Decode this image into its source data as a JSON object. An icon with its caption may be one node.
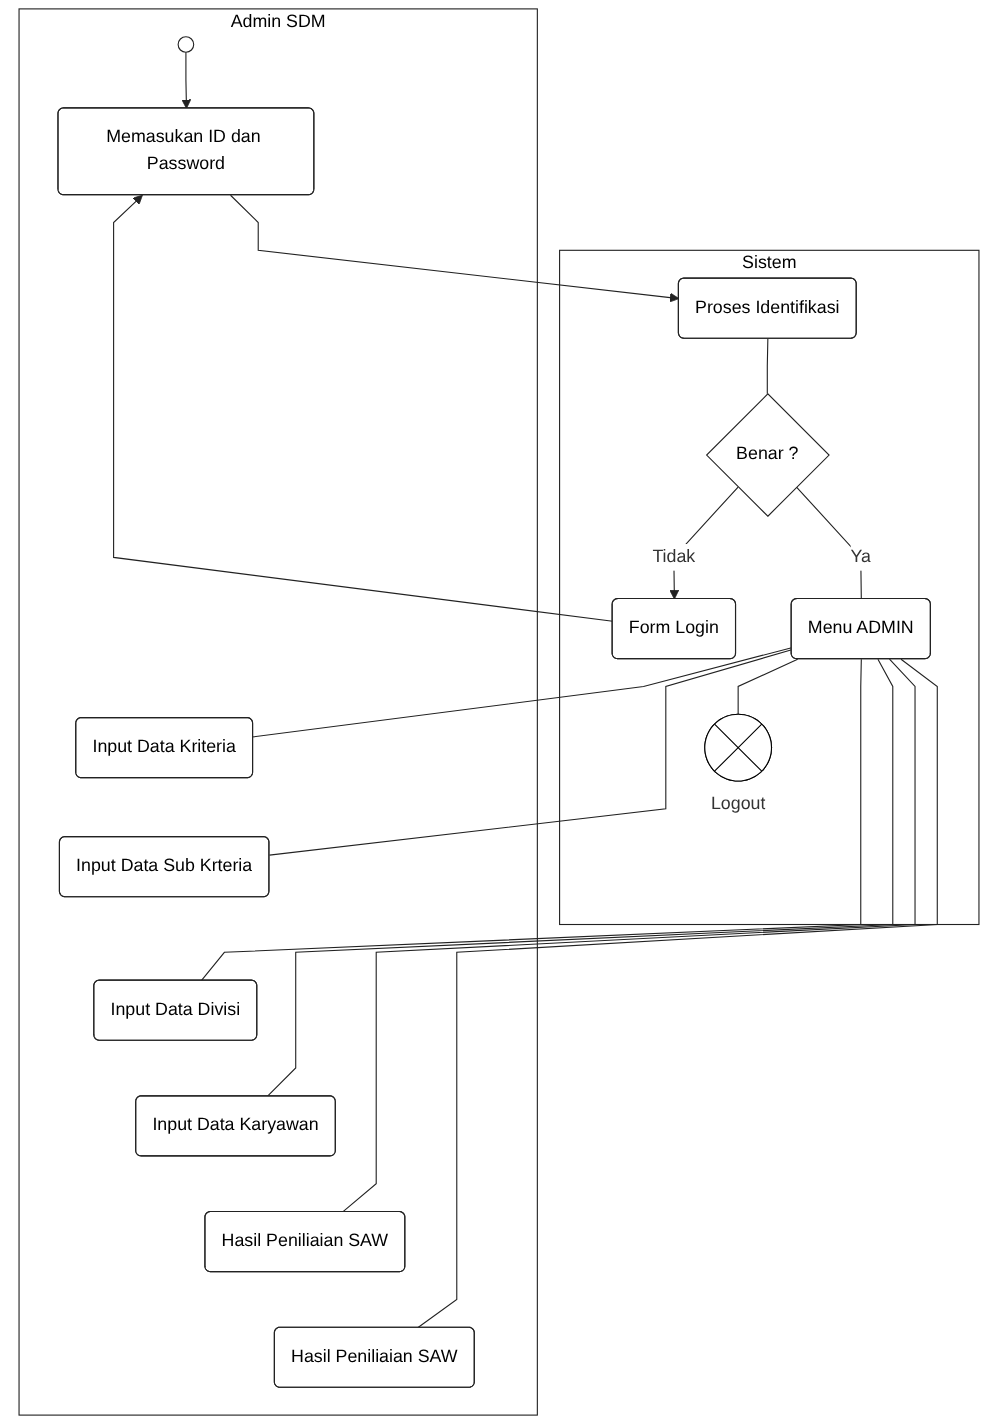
{
  "diagram": {
    "nodes": [
      {
        "text": [
          "Admin SDM"
        ]
      },
      {
        "text": [
          "Sistem"
        ]
      },
      {
        "text": [],
        "shape": "circle",
        "in": 0
      },
      {
        "text": [
          "Memasukan ID dan Password"
        ],
        "in": 0
      },
      {
        "text": [
          "Form Login"
        ],
        "in": 1
      },
      {
        "text": [
          "Proses Identifikasi"
        ],
        "in": 1
      },
      {
        "text": [
          "Benar ?"
        ],
        "in": 1
      },
      {
        "text": [
          "Menu ADMIN"
        ],
        "in": 1
      },
      {
        "text": [
          "Input Data Kriteria"
        ],
        "in": 0
      },
      {
        "text": [
          "Input Data Sub Krteria"
        ],
        "in": 0
      },
      {
        "text": [
          "Input Data Divisi"
        ],
        "in": 0
      },
      {
        "text": [
          "Input Data Karyawan"
        ],
        "in": 0
      },
      {
        "text": [
          "Hasil Peniliaian SAW"
        ],
        "in": 0
      },
      {
        "text": [
          "Hasil Peniliaian SAW"
        ],
        "in": 0
      },
      {
        "text": [],
        "shape": "circle",
        "in": 1,
        "beside": [
          "Logout"
        ]
      }
    ],
    "edges": [
      {
        "from": 2,
        "to": 3,
        "arrow": "to"
      },
      {
        "from": 4,
        "to": 3,
        "arrow": "to"
      },
      {
        "from": 3,
        "to": 5,
        "arrow": "to"
      },
      {
        "from": 5,
        "to": 6,
        "arrow": "none"
      },
      {
        "from": 6,
        "to": 4,
        "arrow": "to",
        "label": "Tidak"
      },
      {
        "from": 6,
        "to": 7,
        "arrow": "none",
        "label": "Ya"
      },
      {
        "from": 7,
        "to": 8,
        "arrow": "none"
      },
      {
        "from": 7,
        "to": 9,
        "arrow": "none"
      },
      {
        "from": 7,
        "to": 10,
        "arrow": "none"
      },
      {
        "from": 7,
        "to": 11,
        "arrow": "none"
      },
      {
        "from": 7,
        "to": 12,
        "arrow": "none"
      },
      {
        "from": 7,
        "to": 13,
        "arrow": "none"
      },
      {
        "from": 7,
        "to": 14,
        "arrow": "none"
      }
    ]
  }
}
